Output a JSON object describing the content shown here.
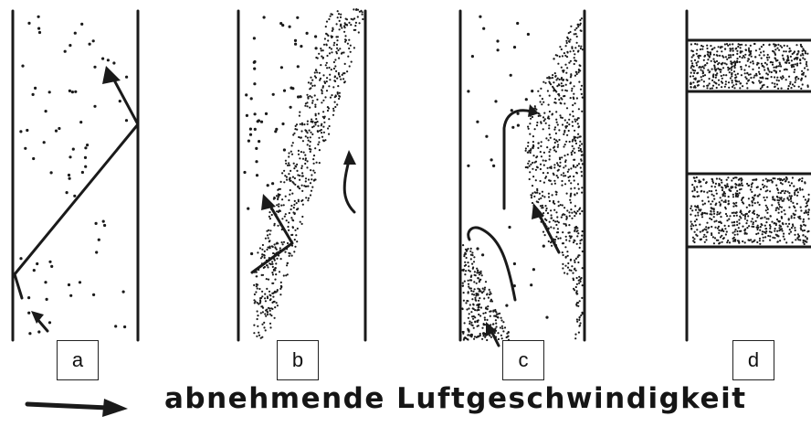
{
  "panels": [
    {
      "id": "a",
      "label": "a"
    },
    {
      "id": "b",
      "label": "b"
    },
    {
      "id": "c",
      "label": "c"
    },
    {
      "id": "d",
      "label": "d"
    }
  ],
  "caption": "abnehmende Luftgeschwindigkeit",
  "colors": {
    "ink": "#1a1a1a",
    "background": "#ffffff"
  }
}
